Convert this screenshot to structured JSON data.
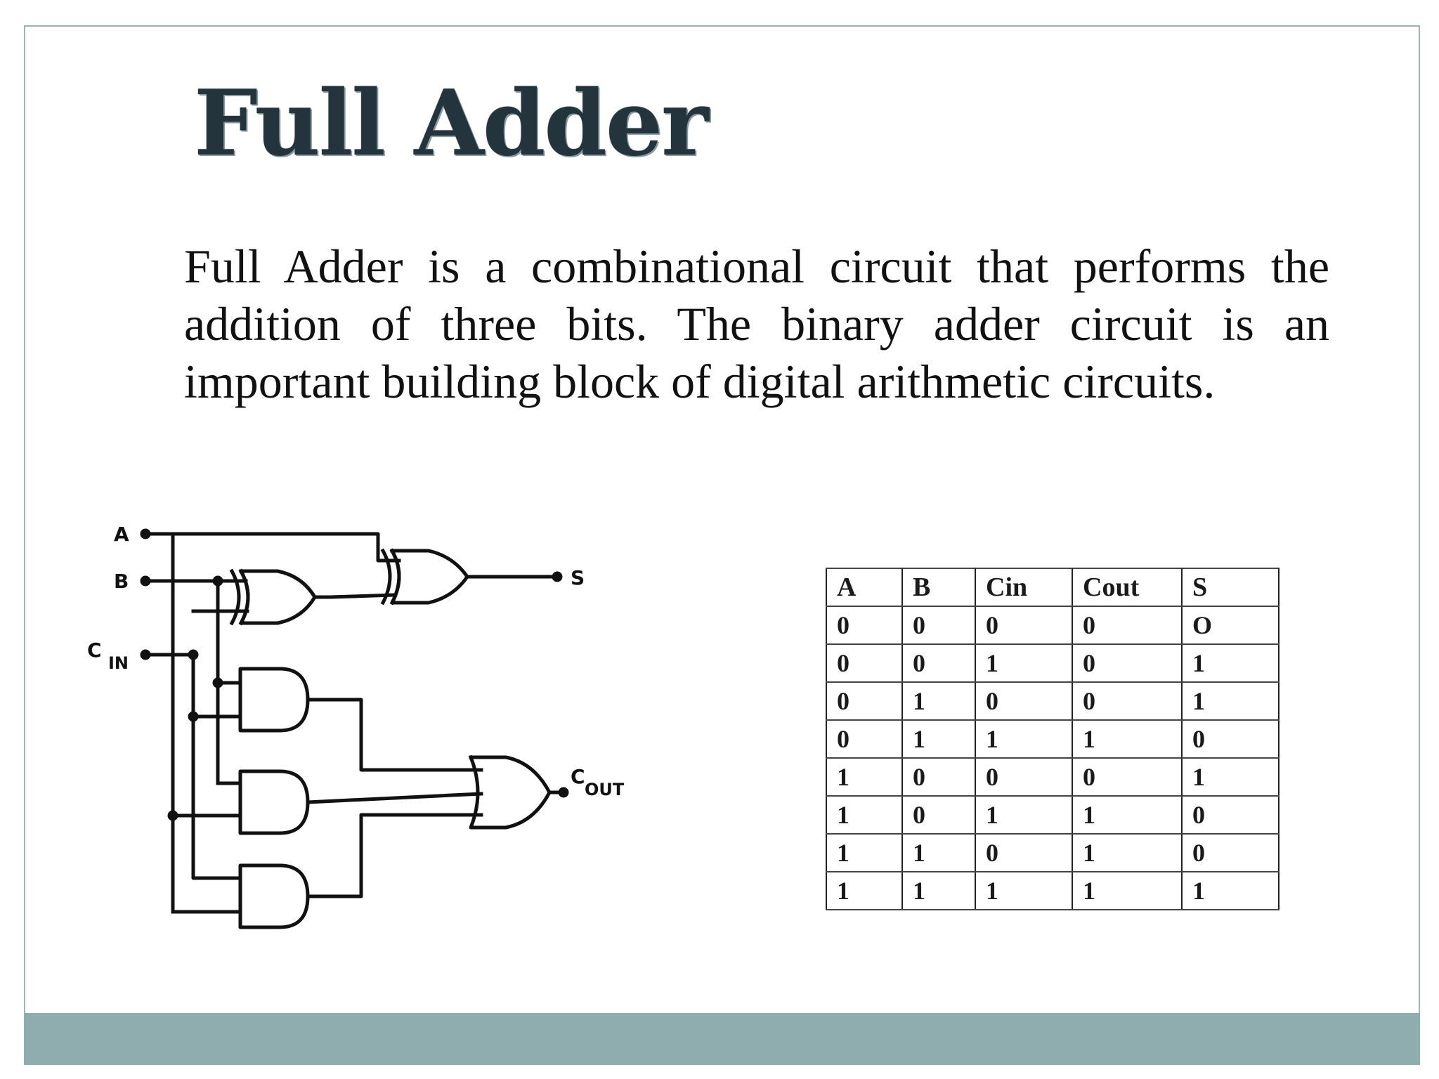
{
  "slide": {
    "title": "Full Adder",
    "description": "Full Adder is a combinational circuit that performs the addition of three bits. The binary adder circuit is an important building block of digital arithmetic circuits."
  },
  "circuit": {
    "inputs": {
      "a": "A",
      "b": "B",
      "cin_main": "C",
      "cin_sub": "IN"
    },
    "outputs": {
      "s": "S",
      "cout_main": "C",
      "cout_sub": "OUT"
    }
  },
  "truth_table": {
    "headers": [
      "A",
      "B",
      "Cin",
      "Cout",
      "S"
    ],
    "rows": [
      [
        "0",
        "0",
        "0",
        "0",
        "O"
      ],
      [
        "0",
        "0",
        "1",
        "0",
        "1"
      ],
      [
        "0",
        "1",
        "0",
        "0",
        "1"
      ],
      [
        "0",
        "1",
        "1",
        "1",
        "0"
      ],
      [
        "1",
        "0",
        "0",
        "0",
        "1"
      ],
      [
        "1",
        "0",
        "1",
        "1",
        "0"
      ],
      [
        "1",
        "1",
        "0",
        "1",
        "0"
      ],
      [
        "1",
        "1",
        "1",
        "1",
        "1"
      ]
    ]
  },
  "colors": {
    "footer_bar": "#8fadaf",
    "frame_border": "#9fb3b4",
    "title_color": "#24343d"
  }
}
